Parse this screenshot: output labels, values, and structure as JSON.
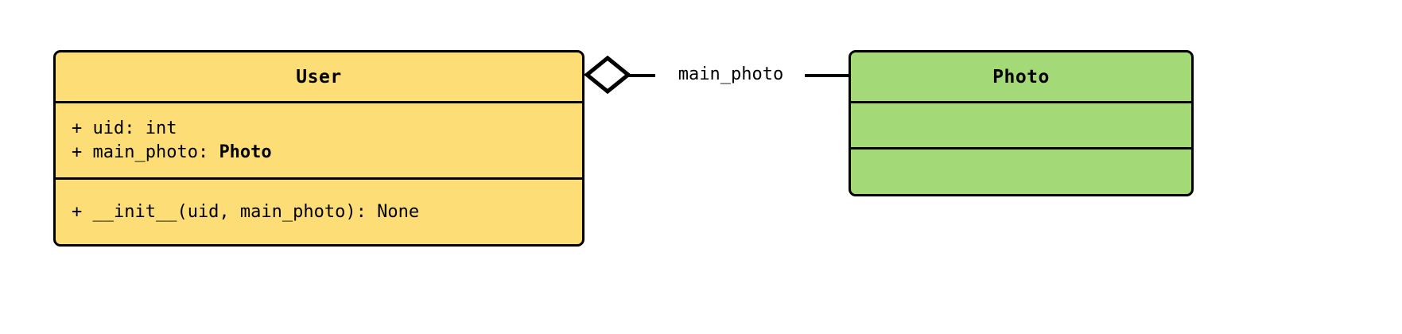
{
  "diagram": {
    "kind": "uml-class-diagram",
    "classes": [
      {
        "id": "user",
        "name": "User",
        "fill_color": "#fcdd76",
        "border_color": "#000000",
        "attributes": [
          {
            "visibility": "+",
            "text": "+ uid: int",
            "prefix": "+ uid: int",
            "type_ref": ""
          },
          {
            "visibility": "+",
            "text": "+ main_photo: Photo",
            "prefix": "+ main_photo: ",
            "type_ref": "Photo"
          }
        ],
        "methods": [
          {
            "visibility": "+",
            "text": "+ __init__(uid, main_photo): None",
            "prefix": "+ __init__(uid, main_photo): None",
            "type_ref": ""
          }
        ]
      },
      {
        "id": "photo",
        "name": "Photo",
        "fill_color": "#a3d977",
        "border_color": "#000000",
        "attributes": [],
        "methods": []
      }
    ],
    "relationship": {
      "type": "aggregation",
      "label": "main_photo",
      "source": "User",
      "target": "Photo",
      "marker": "hollow-diamond"
    }
  }
}
